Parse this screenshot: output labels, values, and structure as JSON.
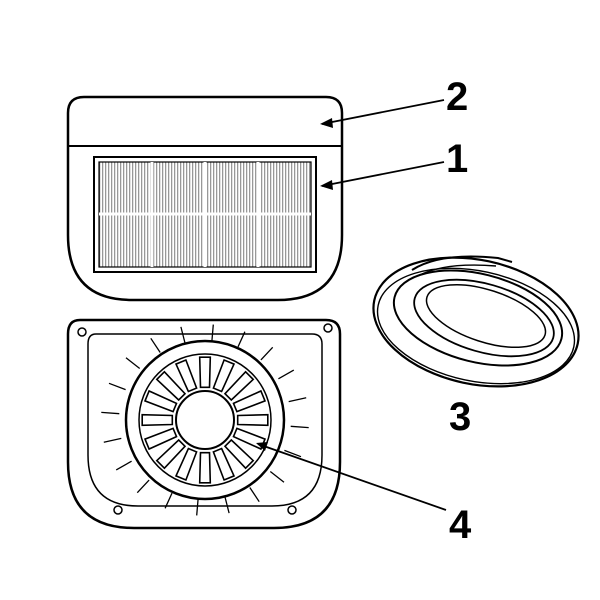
{
  "callouts": [
    {
      "number": "1",
      "part": "solar-panel-cells"
    },
    {
      "number": "2",
      "part": "solar-panel-frame"
    },
    {
      "number": "3",
      "part": "rubber-seal-strip"
    },
    {
      "number": "4",
      "part": "fan-housing"
    }
  ],
  "colors": {
    "line": "#000000",
    "fill": "#ffffff"
  }
}
